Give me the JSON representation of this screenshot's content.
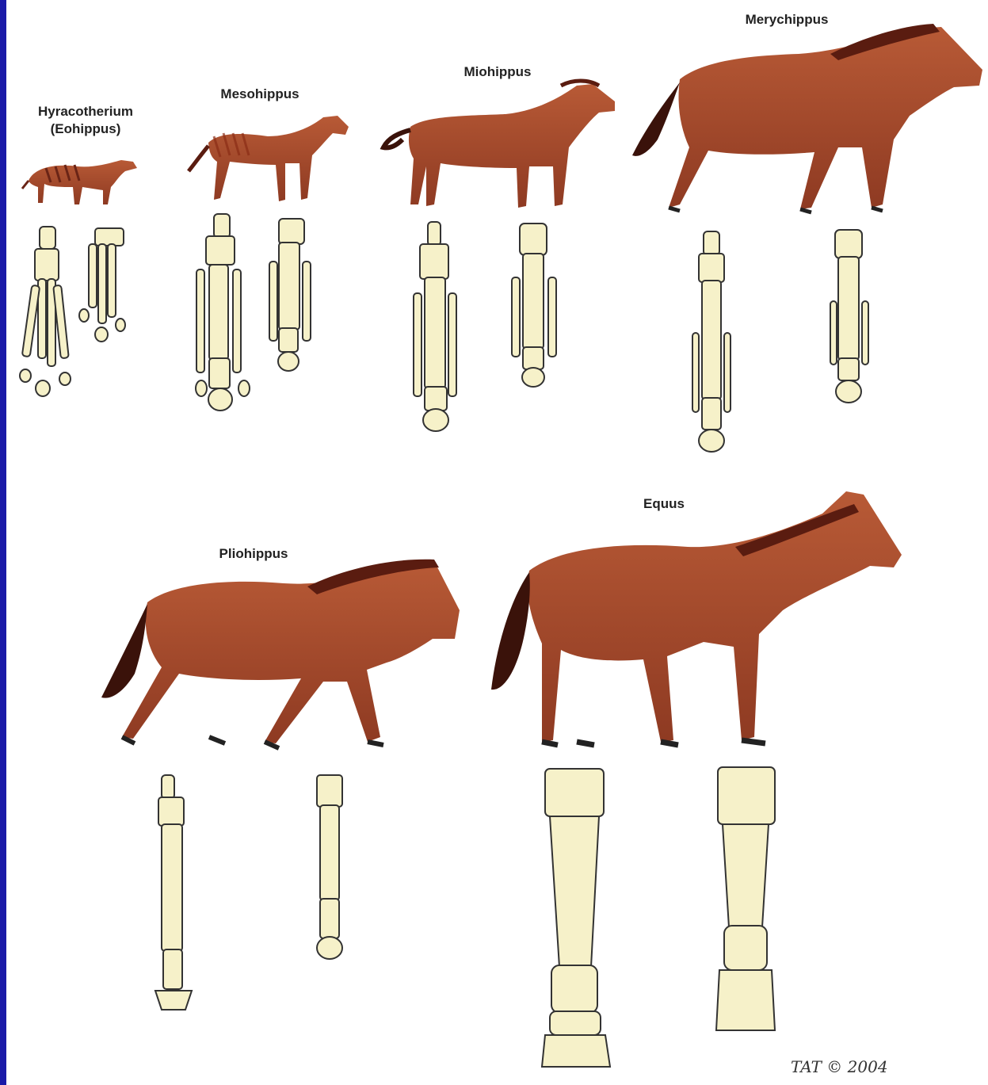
{
  "labels": {
    "hyracotherium": "Hyracotherium\n(Eohippus)",
    "mesohippus": "Mesohippus",
    "miohippus": "Miohippus",
    "merychippus": "Merychippus",
    "pliohippus": "Pliohippus",
    "equus": "Equus"
  },
  "signature": "TAT © 2004",
  "colors": {
    "border": "#1a1aa8",
    "horse_body": "#a8482a",
    "horse_dark": "#6a2416",
    "bone_fill": "#f6f1c9",
    "bone_stroke": "#333333"
  }
}
